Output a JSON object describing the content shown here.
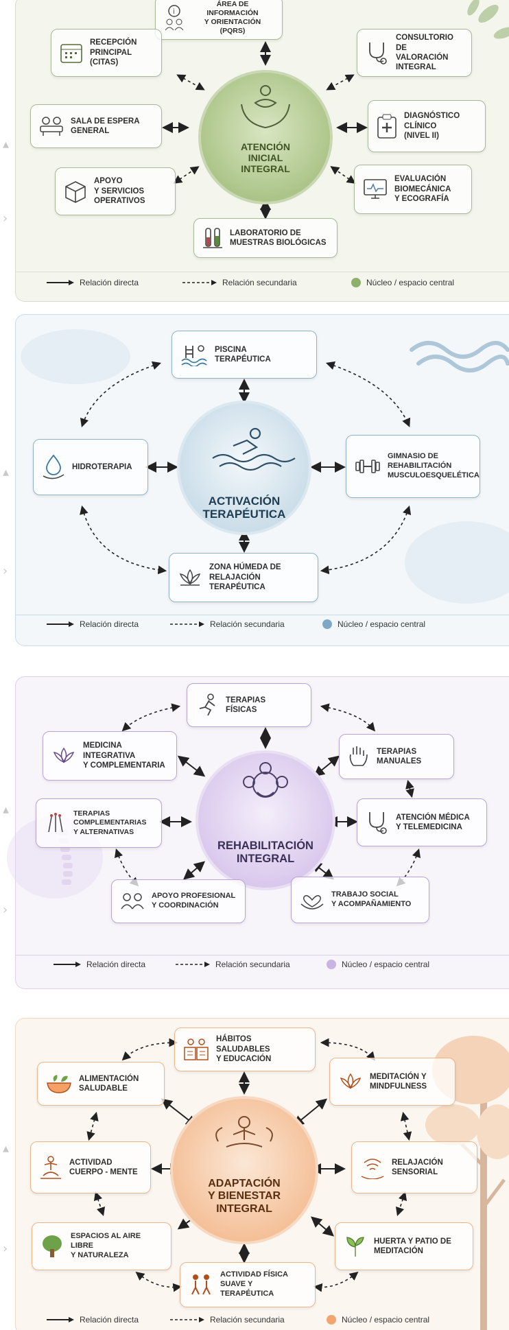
{
  "panel1": {
    "core": "ATENCIÓN\nINICIAL\nINTEGRAL",
    "nodes": {
      "info": "ÁREA DE INFORMACIÓN\nY ORIENTACIÓN\n(PQRS)",
      "recepcion": "RECEPCIÓN\nPRINCIPAL\n(CITAS)",
      "consultorio": "CONSULTORIO DE\nVALORACIÓN\nINTEGRAL",
      "sala": "SALA DE ESPERA\nGENERAL",
      "diagnostico": "DIAGNÓSTICO\nCLÍNICO\n(NIVEL II)",
      "apoyo": "APOYO\nY SERVICIOS\nOPERATIVOS",
      "evaluacion": "EVALUACIÓN\nBIOMECÁNICA\nY ECOGRAFÍA",
      "laboratorio": "LABORATORIO DE\nMUESTRAS BIOLÓGICAS"
    },
    "legend": {
      "direct": "Relación directa",
      "secondary": "Relación secundaria",
      "core": "Núcleo / espacio central",
      "core_color": "#8fb06a"
    }
  },
  "panel2": {
    "core": "ACTIVACIÓN\nTERAPÉUTICA",
    "nodes": {
      "piscina": "PISCINA\nTERAPÉUTICA",
      "hidroterapia": "HIDROTERAPIA",
      "gimnasio": "GIMNASIO DE\nREHABILITACIÓN\nMUSCULOESQUELÉTICA",
      "zona": "ZONA HÚMEDA DE\nRELAJACIÓN\nTERAPÉUTICA"
    },
    "legend": {
      "direct": "Relación directa",
      "secondary": "Relación secundaria",
      "core": "Núcleo / espacio central",
      "core_color": "#7fa8c4"
    }
  },
  "panel3": {
    "core": "REHABILITACIÓN\nINTEGRAL",
    "nodes": {
      "fisicas": "TERAPIAS\nFÍSICAS",
      "medicina": "MEDICINA\nINTEGRATIVA\nY COMPLEMENTARIA",
      "manuales": "TERAPIAS\nMANUALES",
      "complementarias": "TERAPIAS\nCOMPLEMENTARIAS\nY ALTERNATIVAS",
      "atencion": "ATENCIÓN MÉDICA\nY TELEMEDICINA",
      "apoyo": "APOYO PROFESIONAL\nY COORDINACIÓN",
      "social": "TRABAJO SOCIAL\nY ACOMPAÑAMIENTO"
    },
    "legend": {
      "direct": "Relación directa",
      "secondary": "Relación secundaria",
      "core": "Núcleo / espacio central",
      "core_color": "#c9b3e2"
    }
  },
  "panel4": {
    "core": "ADAPTACIÓN\nY BIENESTAR\nINTEGRAL",
    "nodes": {
      "habitos": "HÁBITOS SALUDABLES\nY EDUCACIÓN",
      "alimentacion": "ALIMENTACIÓN\nSALUDABLE",
      "meditacion": "MEDITACIÓN Y\nMINDFULNESS",
      "actividad": "ACTIVIDAD\nCUERPO - MENTE",
      "relajacion": "RELAJACIÓN\nSENSORIAL",
      "espacios": "ESPACIOS AL AIRE LIBRE\nY NATURALEZA",
      "huerta": "HUERTA Y PATIO DE\nMEDITACIÓN",
      "fisica": "ACTIVIDAD FÍSICA\nSUAVE Y TERAPÉUTICA"
    },
    "legend": {
      "direct": "Relación directa",
      "secondary": "Relación secundaria",
      "core": "Núcleo / espacio central",
      "core_color": "#f3a56f"
    }
  }
}
